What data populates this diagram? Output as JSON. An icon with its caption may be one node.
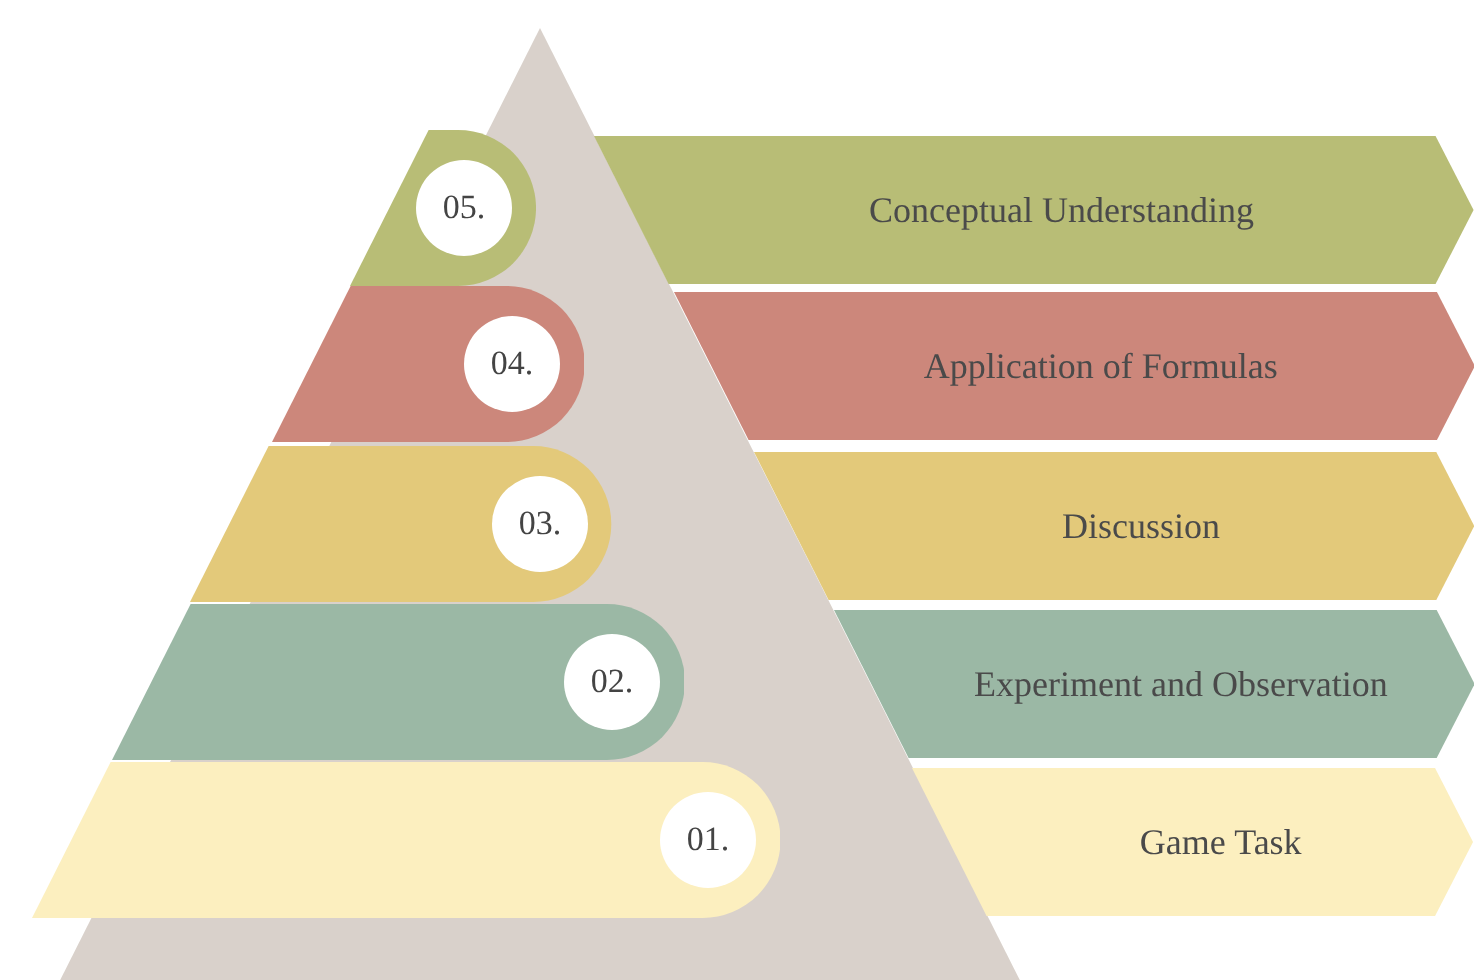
{
  "diagram": {
    "nodes": [
      {
        "text": [
          "05."
        ]
      },
      {
        "text": [
          "Conceptual Understanding"
        ]
      },
      {
        "text": [
          "04."
        ]
      },
      {
        "text": [
          "Application of Formulas"
        ]
      },
      {
        "text": [
          "03."
        ]
      },
      {
        "text": [
          "Discussion"
        ]
      },
      {
        "text": [
          "02."
        ]
      },
      {
        "text": [
          "Experiment and Observation"
        ]
      },
      {
        "text": [
          "01."
        ]
      },
      {
        "text": [
          "Game Task"
        ]
      }
    ]
  }
}
